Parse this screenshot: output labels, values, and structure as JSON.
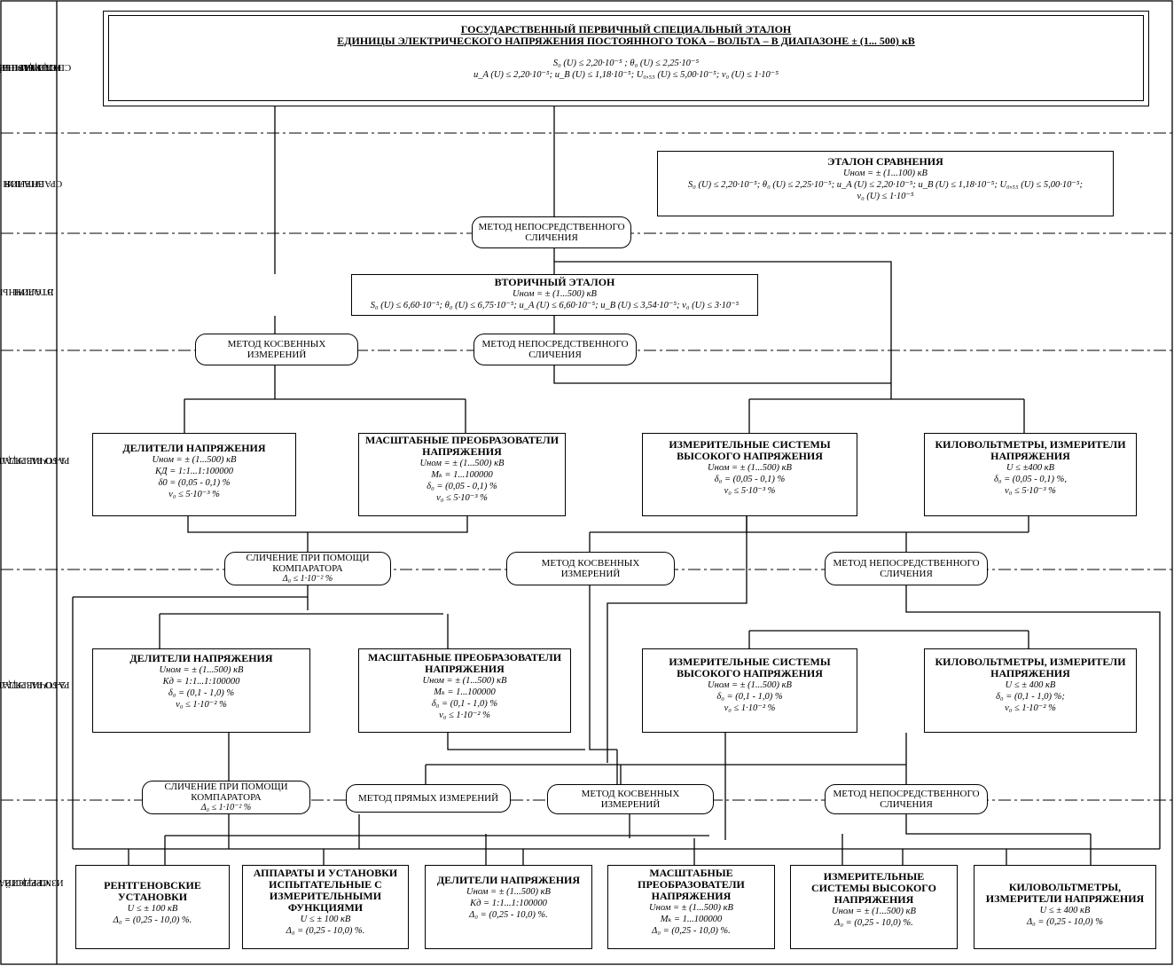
{
  "levels": [
    {
      "l1": "Государственный",
      "l2": "первичный",
      "l3": "специальный",
      "l4": "эталон"
    },
    {
      "l1": "Эталон",
      "l2": "сравнения"
    },
    {
      "l1": "Вторичный",
      "l2": "эталон"
    },
    {
      "l1": "Рабочие эталоны",
      "l2": "1-го разряда"
    },
    {
      "l1": "Рабочие эталоны",
      "l2": "2-го разряда"
    },
    {
      "l1": "Средства",
      "l2": "измерений"
    }
  ],
  "primary": {
    "title1": "ГОСУДАРСТВЕННЫЙ ПЕРВИЧНЫЙ СПЕЦИАЛЬНЫЙ ЭТАЛОН",
    "title2": "ЕДИНИЦЫ ЭЛЕКТРИЧЕСКОГО НАПРЯЖЕНИЯ ПОСТОЯННОГО ТОКА – ВОЛЬТА – В ДИАПАЗОНЕ ± (1... 500) кВ",
    "p1": "S₀ (U) ≤ 2,20·10⁻⁵ ; θ₀ (U) ≤ 2,25·10⁻⁵",
    "p2": "u_A (U) ≤ 2,20·10⁻⁵; u_B (U) ≤ 1,18·10⁻⁵; U₀,₅₅ (U) ≤ 5,00·10⁻⁵; ν₀ (U) ≤ 1·10⁻⁵"
  },
  "comparison": {
    "title": "ЭТАЛОН СРАВНЕНИЯ",
    "p1": "Uном = ± (1...100) кВ",
    "p2": "S₀ (U) ≤ 2,20·10⁻⁵; θ₀ (U) ≤ 2,25·10⁻⁵; u_A (U) ≤ 2,20·10⁻⁵; u_B (U) ≤ 1,18·10⁻⁵; U₀,₅₅ (U) ≤ 5,00·10⁻⁵;",
    "p3": "ν₀ (U) ≤ 1·10⁻⁵"
  },
  "secondary": {
    "title": "ВТОРИЧНЫЙ ЭТАЛОН",
    "p1": "Uном = ± (1...500) кВ",
    "p2": "S₀ (U) ≤ 6,60·10⁻⁵; θ₀ (U) ≤ 6,75·10⁻⁵; u_A (U) ≤ 6,60·10⁻⁵; u_B (U) ≤ 3,54·10⁻⁵; ν₀ (U) ≤ 3·10⁻⁵"
  },
  "methods": {
    "m1": "Метод непосредственного сличения",
    "m2": "Метод косвенных измерений",
    "m3": "Метод непосредственного сличения",
    "m4": "Сличение при помощи компаратора",
    "m4p": "Δ₀ ≤ 1·10⁻² %",
    "m5": "Метод косвенных измерений",
    "m6": "Метод непосредственного сличения",
    "m7": "Сличение при помощи компаратора",
    "m7p": "Δ₀ ≤ 1·10⁻² %",
    "m8": "Метод прямых измерений",
    "m9": "Метод косвенных измерений",
    "m10": "Метод непосредственного сличения"
  },
  "r1": [
    {
      "title": "ДЕЛИТЕЛИ НАПРЯЖЕНИЯ",
      "p1": "Uном = ± (1...500) кВ",
      "p2": "КД = 1:1...1:100000",
      "p3": "δ0 = (0,05 - 0,1) %",
      "p4": "ν₀ ≤ 5·10⁻³ %"
    },
    {
      "title": "МАСШТАБНЫЕ ПРЕОБРАЗОВАТЕЛИ НАПРЯЖЕНИЯ",
      "p1": "Uном = ± (1...500) кВ",
      "p2": "Mₖ = 1...100000",
      "p3": "δ₀ = (0,05 - 0,1) %",
      "p4": "ν₀ ≤ 5·10⁻³ %"
    },
    {
      "title": "ИЗМЕРИТЕЛЬНЫЕ СИСТЕМЫ ВЫСОКОГО НАПРЯЖЕНИЯ",
      "p1": "Uном = ± (1...500) кВ",
      "p2": "δ₀ = (0,05 - 0,1) %",
      "p3": "ν₀ ≤ 5·10⁻³ %"
    },
    {
      "title": "КИЛОВОЛЬТМЕТРЫ, ИЗМЕРИТЕЛИ НАПРЯЖЕНИЯ",
      "p1": "U ≤ ±400 кВ",
      "p2": "δ₀ = (0,05 - 0,1) %,",
      "p3": "ν₀ ≤ 5·10⁻³ %"
    }
  ],
  "r2": [
    {
      "title": "ДЕЛИТЕЛИ НАПРЯЖЕНИЯ",
      "p1": "Uном = ± (1...500) кВ",
      "p2": "Kд = 1:1...1:100000",
      "p3": "δ₀ = (0,1 - 1,0) %",
      "p4": "ν₀ ≤ 1·10⁻² %"
    },
    {
      "title": "МАСШТАБНЫЕ ПРЕОБРАЗОВАТЕЛИ НАПРЯЖЕНИЯ",
      "p1": "Uном = ± (1...500) кВ",
      "p2": "Mₖ = 1...100000",
      "p3": "δ₀ = (0,1 - 1,0) %",
      "p4": "ν₀ ≤ 1·10⁻² %"
    },
    {
      "title": "ИЗМЕРИТЕЛЬНЫЕ СИСТЕМЫ ВЫСОКОГО НАПРЯЖЕНИЯ",
      "p1": "Uном = ± (1...500) кВ",
      "p2": "δ₀ = (0,1 - 1,0) %",
      "p3": "ν₀ ≤ 1·10⁻² %"
    },
    {
      "title": "КИЛОВОЛЬТМЕТРЫ, ИЗМЕРИТЕЛИ НАПРЯЖЕНИЯ",
      "p1": "U ≤ ± 400 кВ",
      "p2": "δ₀ = (0,1 - 1,0) %;",
      "p3": "ν₀ ≤ 1·10⁻² %"
    }
  ],
  "si": [
    {
      "title": "РЕНТГЕНОВСКИЕ УСТАНОВКИ",
      "p1": "U ≤ ± 100 кВ",
      "p2": "Δ₀ = (0,25 - 10,0) %."
    },
    {
      "title": "АППАРАТЫ И УСТАНОВКИ ИСПЫТАТЕЛЬНЫЕ С ИЗМЕРИТЕЛЬНЫМИ ФУНКЦИЯМИ",
      "p1": "U ≤ ± 100 кВ",
      "p2": "Δ₀ = (0,25 - 10,0) %."
    },
    {
      "title": "ДЕЛИТЕЛИ НАПРЯЖЕНИЯ",
      "p1": "Uном = ± (1...500) кВ",
      "p2": "Kд = 1:1...1:100000",
      "p3": "Δ₀ = (0,25 - 10,0) %."
    },
    {
      "title": "МАСШТАБНЫЕ ПРЕОБРАЗОВАТЕЛИ НАПРЯЖЕНИЯ",
      "p1": "Uном = ± (1...500) кВ",
      "p2": "Mₖ = 1...100000",
      "p3": "Δ₀ = (0,25 - 10,0) %."
    },
    {
      "title": "ИЗМЕРИТЕЛЬНЫЕ СИСТЕМЫ ВЫСОКОГО НАПРЯЖЕНИЯ",
      "p1": "Uном = ± (1...500) кВ",
      "p2": "Δ₀ = (0,25 - 10,0) %."
    },
    {
      "title": "КИЛОВОЛЬТМЕТРЫ, ИЗМЕРИТЕЛИ НАПРЯЖЕНИЯ",
      "p1": "U ≤ ± 400 кВ",
      "p2": "Δ₀ = (0,25 - 10,0) %"
    }
  ]
}
